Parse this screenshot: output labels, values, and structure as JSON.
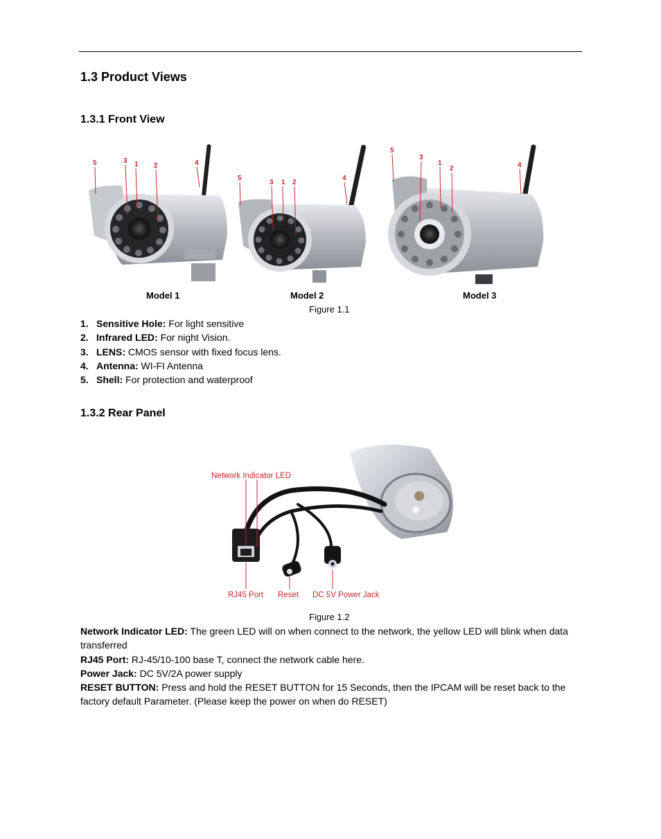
{
  "section": {
    "title": "1.3 Product Views"
  },
  "front_view": {
    "heading": "1.3.1 Front View",
    "models": [
      {
        "caption": "Model 1"
      },
      {
        "caption": "Model 2"
      },
      {
        "caption": "Model 3"
      }
    ],
    "callout_numbers": [
      "1",
      "2",
      "3",
      "4",
      "5"
    ],
    "figure_caption": "Figure 1.1",
    "parts": [
      {
        "num": "1.",
        "term": "Sensitive Hole:",
        "desc": " For light sensitive"
      },
      {
        "num": "2.",
        "term": "Infrared LED:",
        "desc": " For night Vision."
      },
      {
        "num": "3.",
        "term": "LENS:",
        "desc": " CMOS sensor with fixed focus lens."
      },
      {
        "num": "4.",
        "term": "Antenna:",
        "desc": " WI-FI Antenna"
      },
      {
        "num": "5.",
        "term": "Shell:",
        "desc": " For protection and waterproof"
      }
    ]
  },
  "rear_panel": {
    "heading": "1.3.2 Rear Panel",
    "labels": {
      "network_led": "Network Indicator LED",
      "rj45": "RJ45 Port",
      "reset": "Reset",
      "power": "DC 5V Power Jack"
    },
    "figure_caption": "Figure 1.2",
    "descriptions": [
      {
        "term": "Network Indicator LED:",
        "text": " The green LED will on when connect to the network, the yellow LED will blink when data transferred"
      },
      {
        "term": "RJ45 Port:",
        "text": " RJ-45/10-100 base T, connect the network cable here."
      },
      {
        "term": "Power Jack:",
        "text": " DC 5V/2A power supply"
      },
      {
        "term": "RESET BUTTON:",
        "text": " Press and hold the RESET BUTTON for 15 Seconds, then the IPCAM will be reset back to the factory default Parameter. (Please keep the power on when do RESET)"
      }
    ]
  },
  "colors": {
    "callout_red": "#c0282d",
    "camera_silver": "#b9bcc2"
  }
}
